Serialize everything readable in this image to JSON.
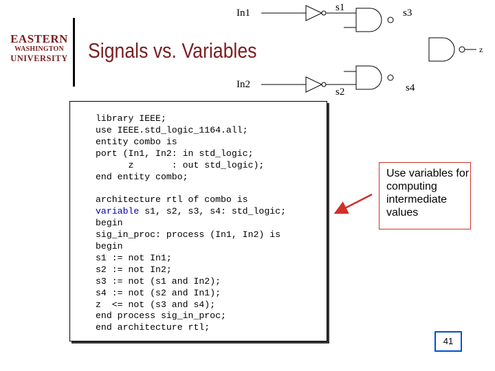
{
  "logo": {
    "line1": "EASTERN",
    "line2": "WASHINGTON",
    "line3": "UNIVERSITY"
  },
  "slide_title": "Signals vs. Variables",
  "circuit": {
    "in1": "In1",
    "in2": "In2",
    "s1": "s1",
    "s2": "s2",
    "s3": "s3",
    "s4": "s4",
    "z": "z"
  },
  "code": {
    "line1": "library IEEE;",
    "line2": "use IEEE.std_logic_1164.all;",
    "line3": "entity combo is",
    "line4": "port (In1, In2: in std_logic;",
    "line5": "      z       : out std_logic);",
    "line6": "end entity combo;",
    "line7": "",
    "line8": "architecture rtl of combo is",
    "line9_kw": "variable",
    "line9_rest": " s1, s2, s3, s4: std_logic;",
    "line10": "begin",
    "line11": "sig_in_proc: process (In1, In2) is",
    "line12": "begin",
    "line13": "s1 := not In1;",
    "line14": "s2 := not In2;",
    "line15": "s3 := not (s1 and In2);",
    "line16": "s4 := not (s2 and In1);",
    "line17": "z  <= not (s3 and s4);",
    "line18": "end process sig_in_proc;",
    "line19": "end architecture rtl;"
  },
  "note": "Use variables for computing intermediate values",
  "page_number": "41",
  "colors": {
    "title": "#7a1f22",
    "arrow": "#d0302a",
    "note_border": "#d0302a",
    "page_border": "#0050d0",
    "keyword": "#0000b0"
  }
}
